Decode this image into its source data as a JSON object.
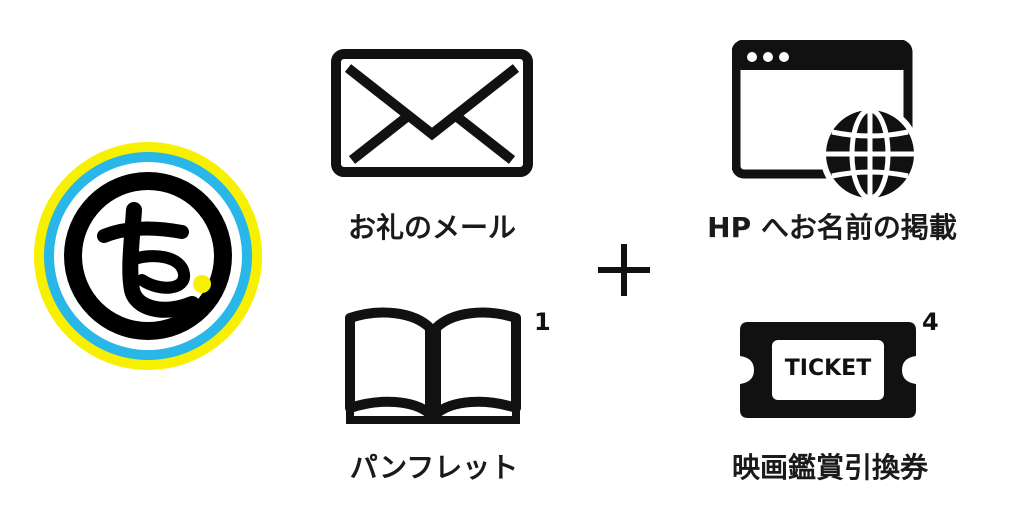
{
  "items": {
    "mail": {
      "label": "お礼のメール",
      "icon": "envelope-icon"
    },
    "web": {
      "label": "HP へお名前の掲載",
      "icon": "browser-globe-icon"
    },
    "pamphlet": {
      "label": "パンフレット",
      "icon": "open-book-icon",
      "badge": "1"
    },
    "ticket": {
      "label": "映画鑑賞引換券",
      "icon": "ticket-icon",
      "ticket_text": "TICKET",
      "badge": "4"
    }
  },
  "plus_icon": "plus-icon",
  "logo": {
    "icon": "circle-emblem-logo",
    "colors": [
      "#f7f000",
      "#29b6e8",
      "#ffffff",
      "#000000"
    ]
  },
  "colors": {
    "ink": "#111111",
    "background": "#ffffff"
  }
}
